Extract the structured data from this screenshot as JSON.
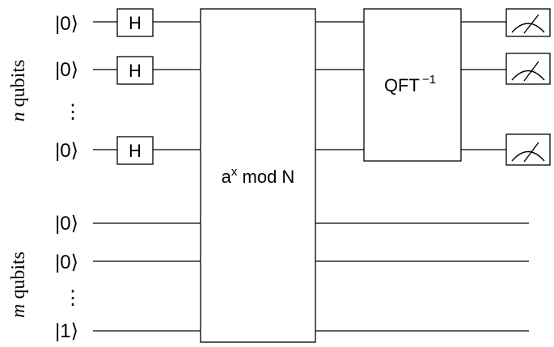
{
  "labels": {
    "n_group": {
      "var": "n",
      "word": "qubits"
    },
    "m_group": {
      "var": "m",
      "word": "qubits"
    },
    "vdots": "⋮"
  },
  "kets": [
    "|0⟩",
    "|0⟩",
    "|0⟩",
    "|0⟩",
    "|0⟩",
    "|1⟩"
  ],
  "hadamard_label": "H",
  "modexp": {
    "base": "a",
    "exponent": "x",
    "rest": " mod N"
  },
  "qft": {
    "text": "QFT",
    "exponent": "−1"
  }
}
